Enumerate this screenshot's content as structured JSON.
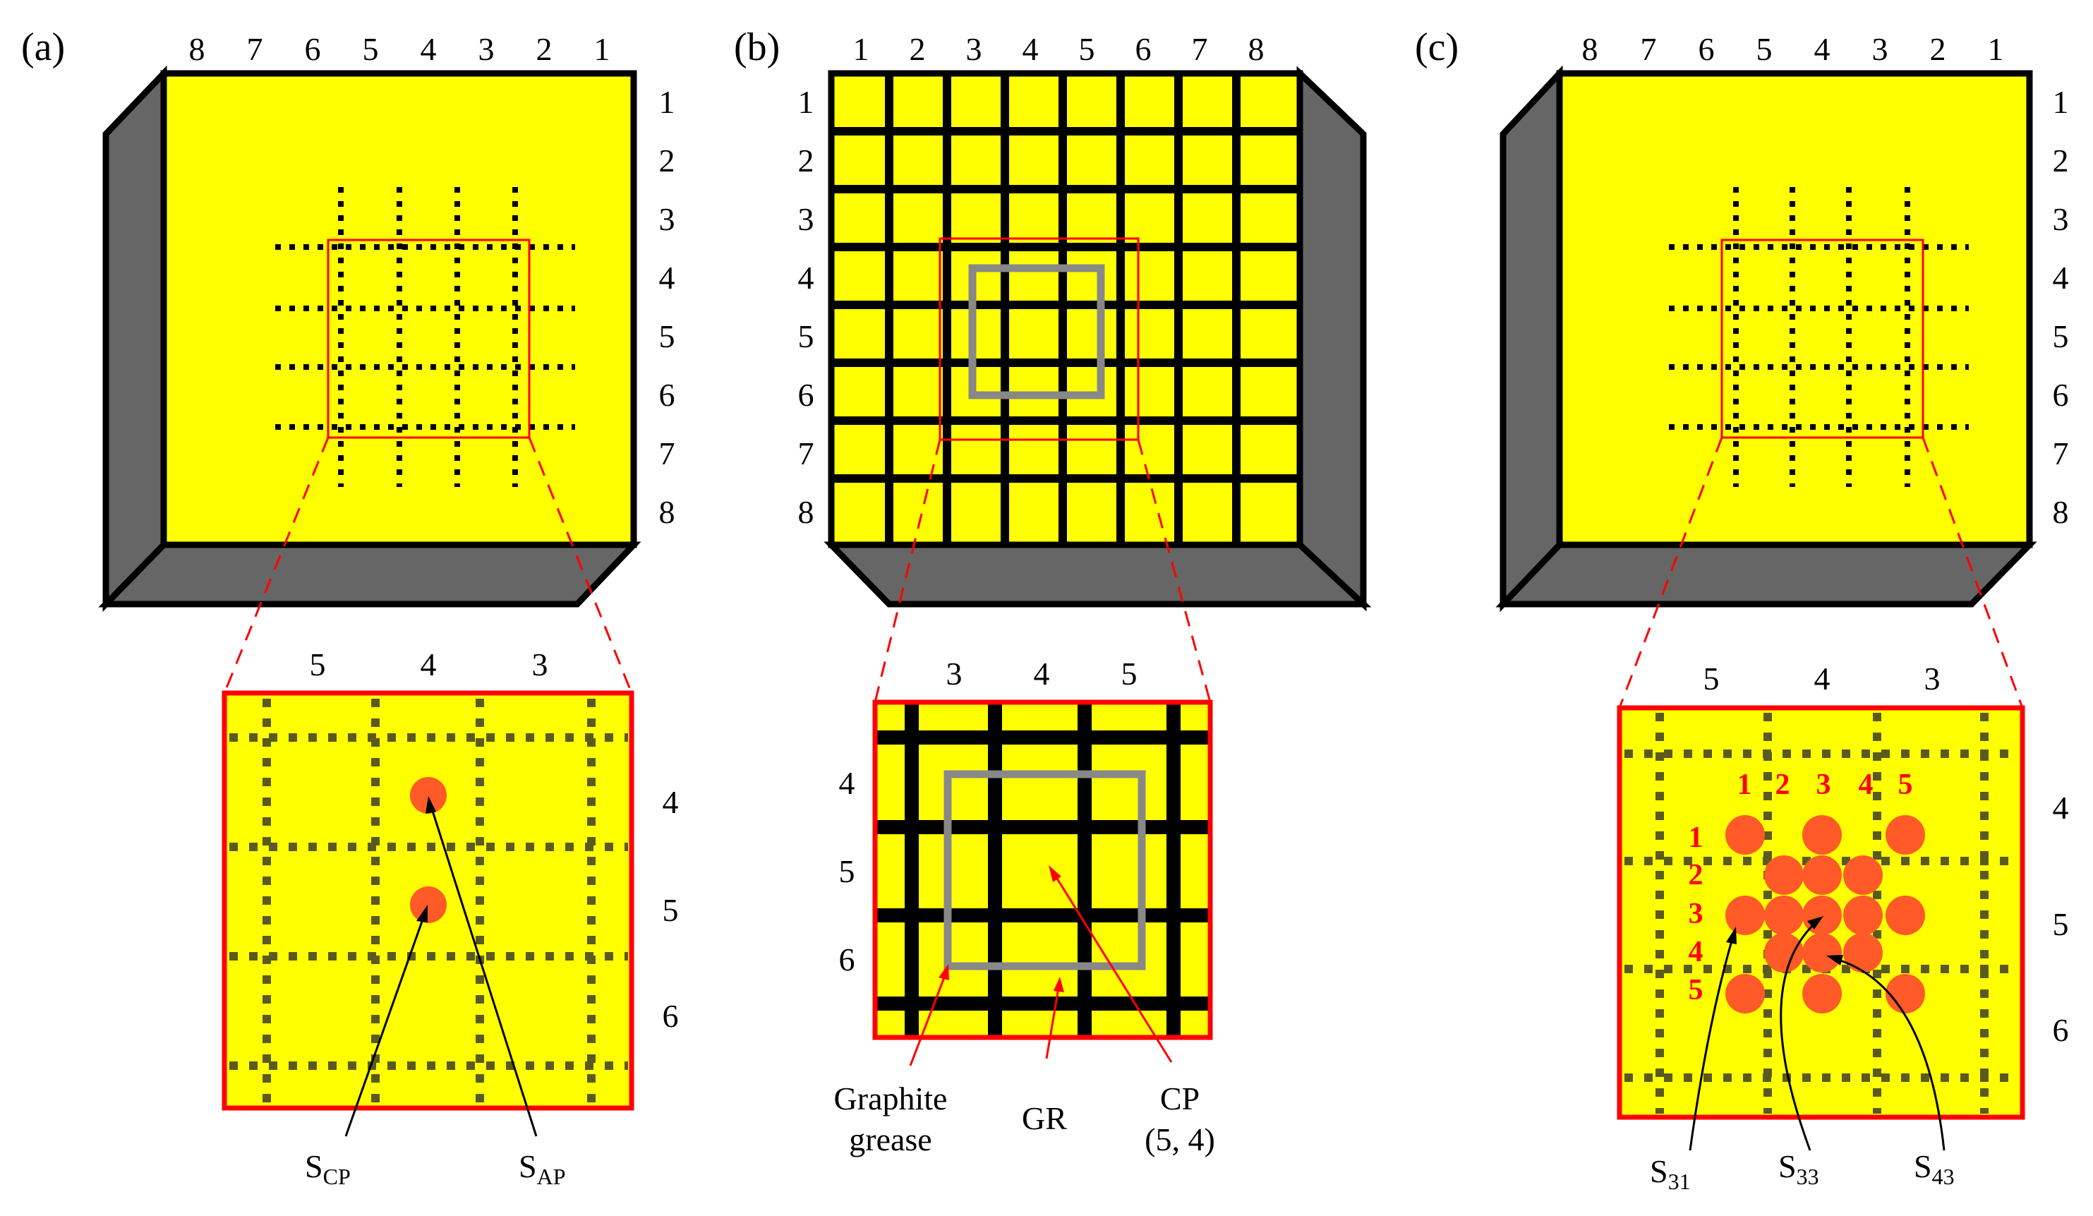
{
  "panels": {
    "a": {
      "label": "(a)",
      "cols": [
        "8",
        "7",
        "6",
        "5",
        "4",
        "3",
        "2",
        "1"
      ],
      "rows": [
        "1",
        "2",
        "3",
        "4",
        "5",
        "6",
        "7",
        "8"
      ],
      "zoom_cols": [
        "5",
        "4",
        "3"
      ],
      "zoom_rows": [
        "4",
        "5",
        "6"
      ],
      "s_cp": {
        "main": "S",
        "sub": "CP"
      },
      "s_ap": {
        "main": "S",
        "sub": "AP"
      }
    },
    "b": {
      "label": "(b)",
      "cols": [
        "1",
        "2",
        "3",
        "4",
        "5",
        "6",
        "7",
        "8"
      ],
      "rows": [
        "1",
        "2",
        "3",
        "4",
        "5",
        "6",
        "7",
        "8"
      ],
      "zoom_cols": [
        "3",
        "4",
        "5"
      ],
      "zoom_rows": [
        "4",
        "5",
        "6"
      ],
      "graphite_line1": "Graphite",
      "graphite_line2": "grease",
      "gr": "GR",
      "cp_line1": "CP",
      "cp_line2": "(5, 4)"
    },
    "c": {
      "label": "(c)",
      "cols": [
        "8",
        "7",
        "6",
        "5",
        "4",
        "3",
        "2",
        "1"
      ],
      "rows": [
        "1",
        "2",
        "3",
        "4",
        "5",
        "6",
        "7",
        "8"
      ],
      "zoom_cols": [
        "5",
        "4",
        "3"
      ],
      "zoom_rows": [
        "4",
        "5",
        "6"
      ],
      "grid_cols": [
        "1",
        "2",
        "3",
        "4",
        "5"
      ],
      "grid_rows": [
        "1",
        "2",
        "3",
        "4",
        "5"
      ],
      "s31": {
        "main": "S",
        "sub": "31"
      },
      "s33": {
        "main": "S",
        "sub": "33"
      },
      "s43": {
        "main": "S",
        "sub": "43"
      }
    }
  },
  "colors": {
    "yellow": "#ffff00",
    "gray": "#666666",
    "light_gray": "#888888",
    "red": "#ff0000",
    "dot": "#ff5a28",
    "dash_dark": "#5a5a1e"
  }
}
